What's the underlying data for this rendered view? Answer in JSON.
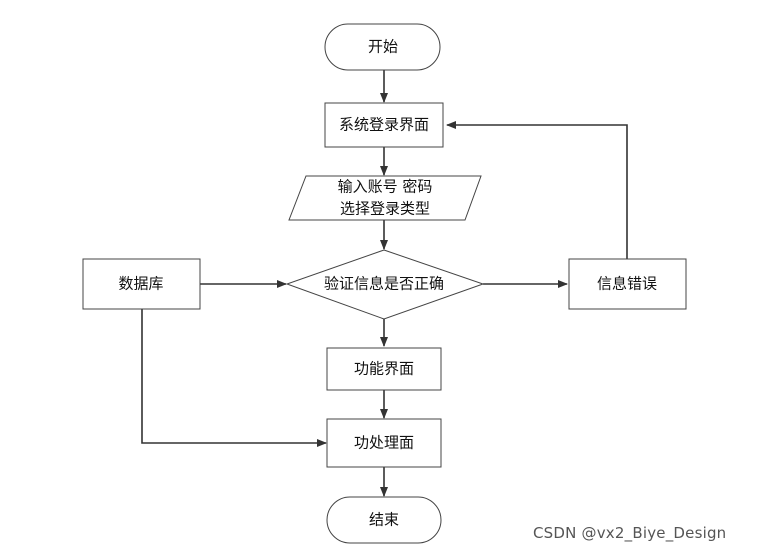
{
  "nodes": {
    "start": "开始",
    "login": "系统登录界面",
    "input_line1": "输入账号 密码",
    "input_line2": "选择登录类型",
    "database": "数据库",
    "verify": "验证信息是否正确",
    "error": "信息错误",
    "function": "功能界面",
    "process": "功处理面",
    "end": "结束"
  },
  "watermark": "CSDN @vx2_Biye_Design",
  "colors": {
    "stroke": "#444444",
    "background": "#ffffff"
  }
}
